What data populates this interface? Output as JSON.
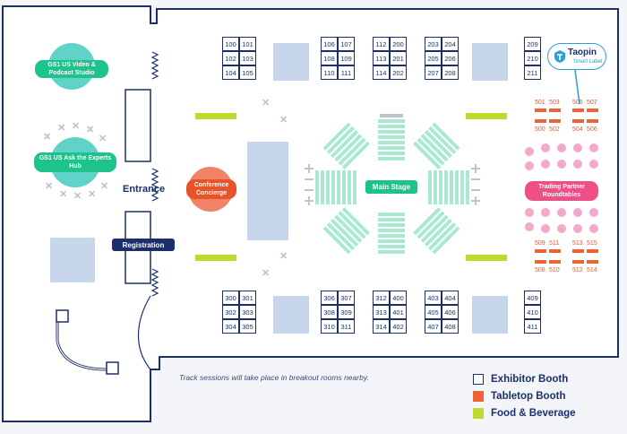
{
  "labels": {
    "video_studio": "GS1 US Video & Podcast Studio",
    "experts_hub": "GS1 US Ask the Experts Hub",
    "entrance": "Entrance",
    "registration": "Registration",
    "conference_concierge": "Conference Concierge",
    "main_stage": "Main Stage",
    "trading_partner": "Trading Partner Roundtables",
    "note": "Track sessions will take place in breakout rooms nearby."
  },
  "callout": {
    "brand": "Taopin",
    "tagline": "Smart Label"
  },
  "legend": [
    {
      "label": "Exhibitor Booth",
      "color": "#1b2f6b",
      "style": "outline"
    },
    {
      "label": "Tabletop Booth",
      "color": "#ee6233",
      "style": "fill"
    },
    {
      "label": "Food & Beverage",
      "color": "#c3d82d",
      "style": "fill"
    }
  ],
  "colors": {
    "navy": "#1b2f6b",
    "green": "#1ec28b",
    "teal": "#5fd3c8",
    "orange": "#ee6233",
    "concierge": "#f08268",
    "stage_green": "#a8e9cf",
    "pink": "#f3a8cc",
    "lime": "#c3d82d",
    "callout_blue": "#2a9fd8"
  },
  "booth_groups": [
    {
      "rows": [
        [
          "100",
          "101"
        ],
        [
          "102",
          "103"
        ],
        [
          "104",
          "105"
        ]
      ]
    },
    {
      "rows": [
        [
          "106",
          "107"
        ],
        [
          "108",
          "109"
        ],
        [
          "110",
          "111"
        ]
      ]
    },
    {
      "rows": [
        [
          "112",
          "200"
        ],
        [
          "113",
          "201"
        ],
        [
          "114",
          "202"
        ]
      ]
    },
    {
      "rows": [
        [
          "203",
          "204"
        ],
        [
          "205",
          "206"
        ],
        [
          "207",
          "208"
        ]
      ]
    },
    {
      "rows": [
        [
          "209"
        ],
        [
          "210"
        ],
        [
          "211"
        ]
      ]
    },
    {
      "rows": [
        [
          "300",
          "301"
        ],
        [
          "302",
          "303"
        ],
        [
          "304",
          "305"
        ]
      ]
    },
    {
      "rows": [
        [
          "306",
          "307"
        ],
        [
          "308",
          "309"
        ],
        [
          "310",
          "311"
        ]
      ]
    },
    {
      "rows": [
        [
          "312",
          "400"
        ],
        [
          "313",
          "401"
        ],
        [
          "314",
          "402"
        ]
      ]
    },
    {
      "rows": [
        [
          "403",
          "404"
        ],
        [
          "405",
          "406"
        ],
        [
          "407",
          "408"
        ]
      ]
    },
    {
      "rows": [
        [
          "409"
        ],
        [
          "410"
        ],
        [
          "411"
        ]
      ]
    }
  ],
  "tabletop_blocks": [
    {
      "top": [
        "501",
        "503"
      ],
      "bottom": [
        "500",
        "502"
      ]
    },
    {
      "top": [
        "505",
        "507"
      ],
      "bottom": [
        "504",
        "506"
      ]
    },
    {
      "top": [
        "509",
        "511"
      ],
      "bottom": [
        "508",
        "510"
      ]
    },
    {
      "top": [
        "513",
        "515"
      ],
      "bottom": [
        "512",
        "514"
      ]
    }
  ]
}
